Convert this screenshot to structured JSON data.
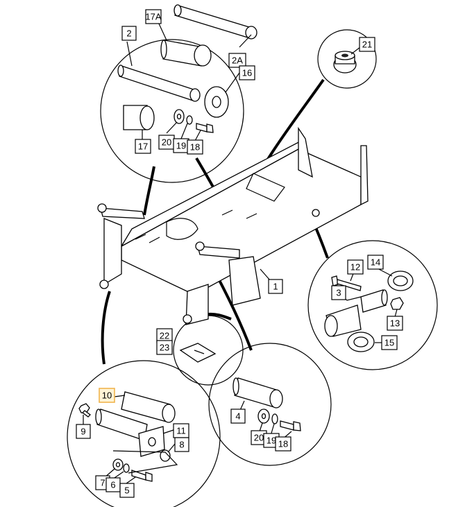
{
  "callouts": {
    "c1": "1",
    "c2": "2",
    "c2a": "2A",
    "c3": "3",
    "c4": "4",
    "c5": "5",
    "c6": "6",
    "c7": "7",
    "c8": "8",
    "c9": "9",
    "c10": "10",
    "c11": "11",
    "c12": "12",
    "c13": "13",
    "c14": "14",
    "c15": "15",
    "c16": "16",
    "c17": "17",
    "c17a": "17A",
    "c18a": "18",
    "c18b": "18",
    "c19a": "19",
    "c19b": "19",
    "c20a": "20",
    "c20b": "20",
    "c21": "21",
    "c22": "22",
    "c23": "23"
  },
  "colors": {
    "line": "#000000",
    "highlight_border": "#f0b44c",
    "highlight_fill": "#fff4d6"
  }
}
